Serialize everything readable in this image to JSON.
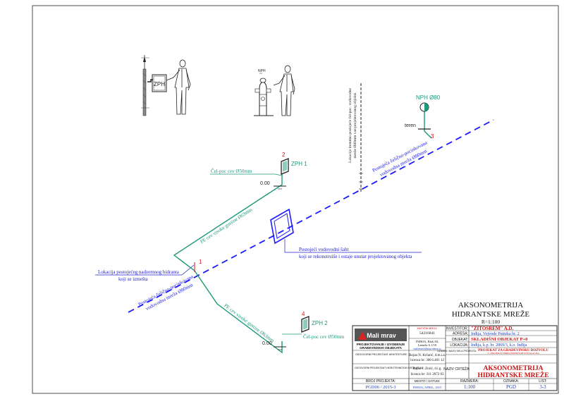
{
  "colors": {
    "water_main": "#1a1aff",
    "pe_pipe": "#1a9a7a",
    "node_red": "#e01010",
    "label_blue": "#2020d0",
    "ink": "#111111",
    "table_red": "#cc1111",
    "table_blue": "#1a3fbf"
  },
  "labels": {
    "nph": "NPH Ø80",
    "teren": "teren",
    "zph1": "ZPH 1",
    "zph2": "ZPH 2",
    "cel_pec_1": "Čel-poc cev Ø50mm",
    "cel_pec_2": "Čel-poc cev Ø50mm",
    "elev_1": "0.00",
    "elev_2": "0.00",
    "node_1": "1",
    "node_2": "2",
    "node_3": "3",
    "node_4": "4",
    "pe_upper": "PE cev visoke gustine Ø63mm",
    "pe_lower": "PE cev visoke gustine Ø63mm",
    "main_upper_l1": "Postojeća čelično-pocinkovana",
    "main_upper_l2": "vodovodna mreža Ø80mm",
    "main_lower_l1": "Postojeća čelično-pocinkovana",
    "main_lower_l2": "vodovodna mreža Ø80mm",
    "shaft_l1": "Postojeći vodovodni šaht",
    "shaft_l2": "koji se rekonstruiše i ostaje unutar projektovanog objekta",
    "hydrant_l1": "Lokacija postojećeg nadzemnog hidranta",
    "hydrant_l2": "koji se izmešta",
    "vert_l1": "Lokacija trenutno postojeće čel-poc. vodovodne",
    "vert_l2": "mreže Ø80mm van projektovanog objekta",
    "fig1_tag": "ZPH",
    "fig2_tag": "NPH"
  },
  "title_block": {
    "heading_1": "AKSONOMETRIJA",
    "heading_2": "HIDRANTSKE MREŽE",
    "scale": "R=1:100",
    "logo": "Mali mrav",
    "company_l1": "PROJEKTOVANJE I IZVOĐENJE",
    "company_l2": "GRAĐEVINSKIH OBJEKATA",
    "mb_label": "MATIČNI BROJ:",
    "mb_value": "54216041",
    "address_l1": "INĐIJA, Blok 84,",
    "address_l2": "Lamela A 1/10",
    "email": "malimrav@pop.inbox.rs",
    "resp_arch_label": "ODGOVORNI PROJEKTANT ARHITEKTURE:",
    "resp_arch_name": "Bojan N. Krčarić, d.m.i.a.",
    "resp_arch_lic": "licenca br: 300 L401 12",
    "resp_hydro_label": "ODGOVORNI PROJEKTANT HIDROTEHNIČKIH INSTALACIJA:",
    "resp_hydro_name": "Rajko J. Zorić, d.i.g.",
    "resp_hydro_lic": "licenca br: 311 2072 03",
    "broj_label": "BROJ PROJEKTA:",
    "broj_value": "PGD06 / 2015-3",
    "mesto_label": "MESTO / DATUM:",
    "mesto_value": "INĐIJA, APRIL, 2015",
    "razmera_label": "RAZMERA:",
    "razmera_value": "1:100",
    "oznaka_label": "OZNAKA:",
    "oznaka_value": "PGD",
    "list_label": "LIST:",
    "list_value": "3-3",
    "investitor_label": "INVESTITOR:",
    "investitor_value": "\"ŽITOSREM\" A.D.",
    "adresa_label": "ADRESA:",
    "adresa_value": "Inđija, Vojvode Putnika br. 2",
    "objekat_label": "OBJEKAT:",
    "objekat_value": "SKLADIŠNI OBJEKAT P+0",
    "lokacija_label": "LOKACIJA:",
    "lokacija_value": "Inđija, k.p. br. 2869/3, k.o. Inđija",
    "oznaka_dela_label": "OZNAKA / NAZIV DELA PROJEKTA:",
    "oznaka_dela_l1": "PROJEKAT ZA GRAĐEVINSKU DOZVOLU",
    "oznaka_dela_l2": "3 - PROJEKAT HIDROTEHNIČKIH INSTALACIJA",
    "naziv_label": "NAZIV CRTEŽA:",
    "naziv_l1": "AKSONOMETRIJA",
    "naziv_l2": "HIDRANTSKE MREŽE"
  }
}
